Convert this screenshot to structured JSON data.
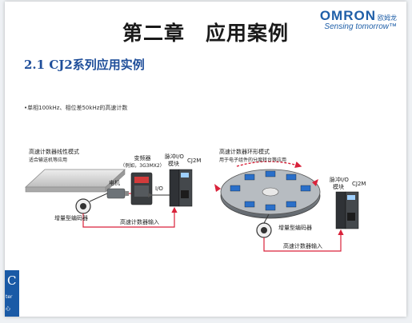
{
  "header": {
    "chapter_title": "第二章　应用案例",
    "logo": {
      "brand": "OMRON",
      "brand_cn": "欧姆龙",
      "tagline": "Sensing tomorrow™"
    }
  },
  "section": {
    "title": "2.1 CJ2系列应用实例",
    "bullet": "•单相100kHz、相位差50kHz的高速计数"
  },
  "left_diagram": {
    "mode_title": "高速计数器线性模式",
    "mode_desc": "适合输送机等应用",
    "inverter_label": "变频器",
    "inverter_example": "（例如，3G3MX2）",
    "pulse_io_label": "脉冲I/O",
    "pulse_io_label2": "模块",
    "plc_label": "CJ2M",
    "motor_label": "电机",
    "io_label": "I/O",
    "encoder_label": "增量型编码器",
    "input_label": "高速计数器输入"
  },
  "right_diagram": {
    "mode_title": "高速计数器环形模式",
    "mode_desc": "用于电子组件的分度转台等应用",
    "pulse_io_label": "脉冲I/O",
    "pulse_io_label2": "模块",
    "plc_label": "CJ2M",
    "encoder_label": "增量型编码器",
    "input_label": "高速计数器输入"
  },
  "corner": {
    "letter": "C",
    "text1": "ter",
    "text2": "心"
  },
  "colors": {
    "brand_blue": "#1f5fa8",
    "section_blue": "#1f4e9a",
    "arrow_red": "#d9223a"
  }
}
